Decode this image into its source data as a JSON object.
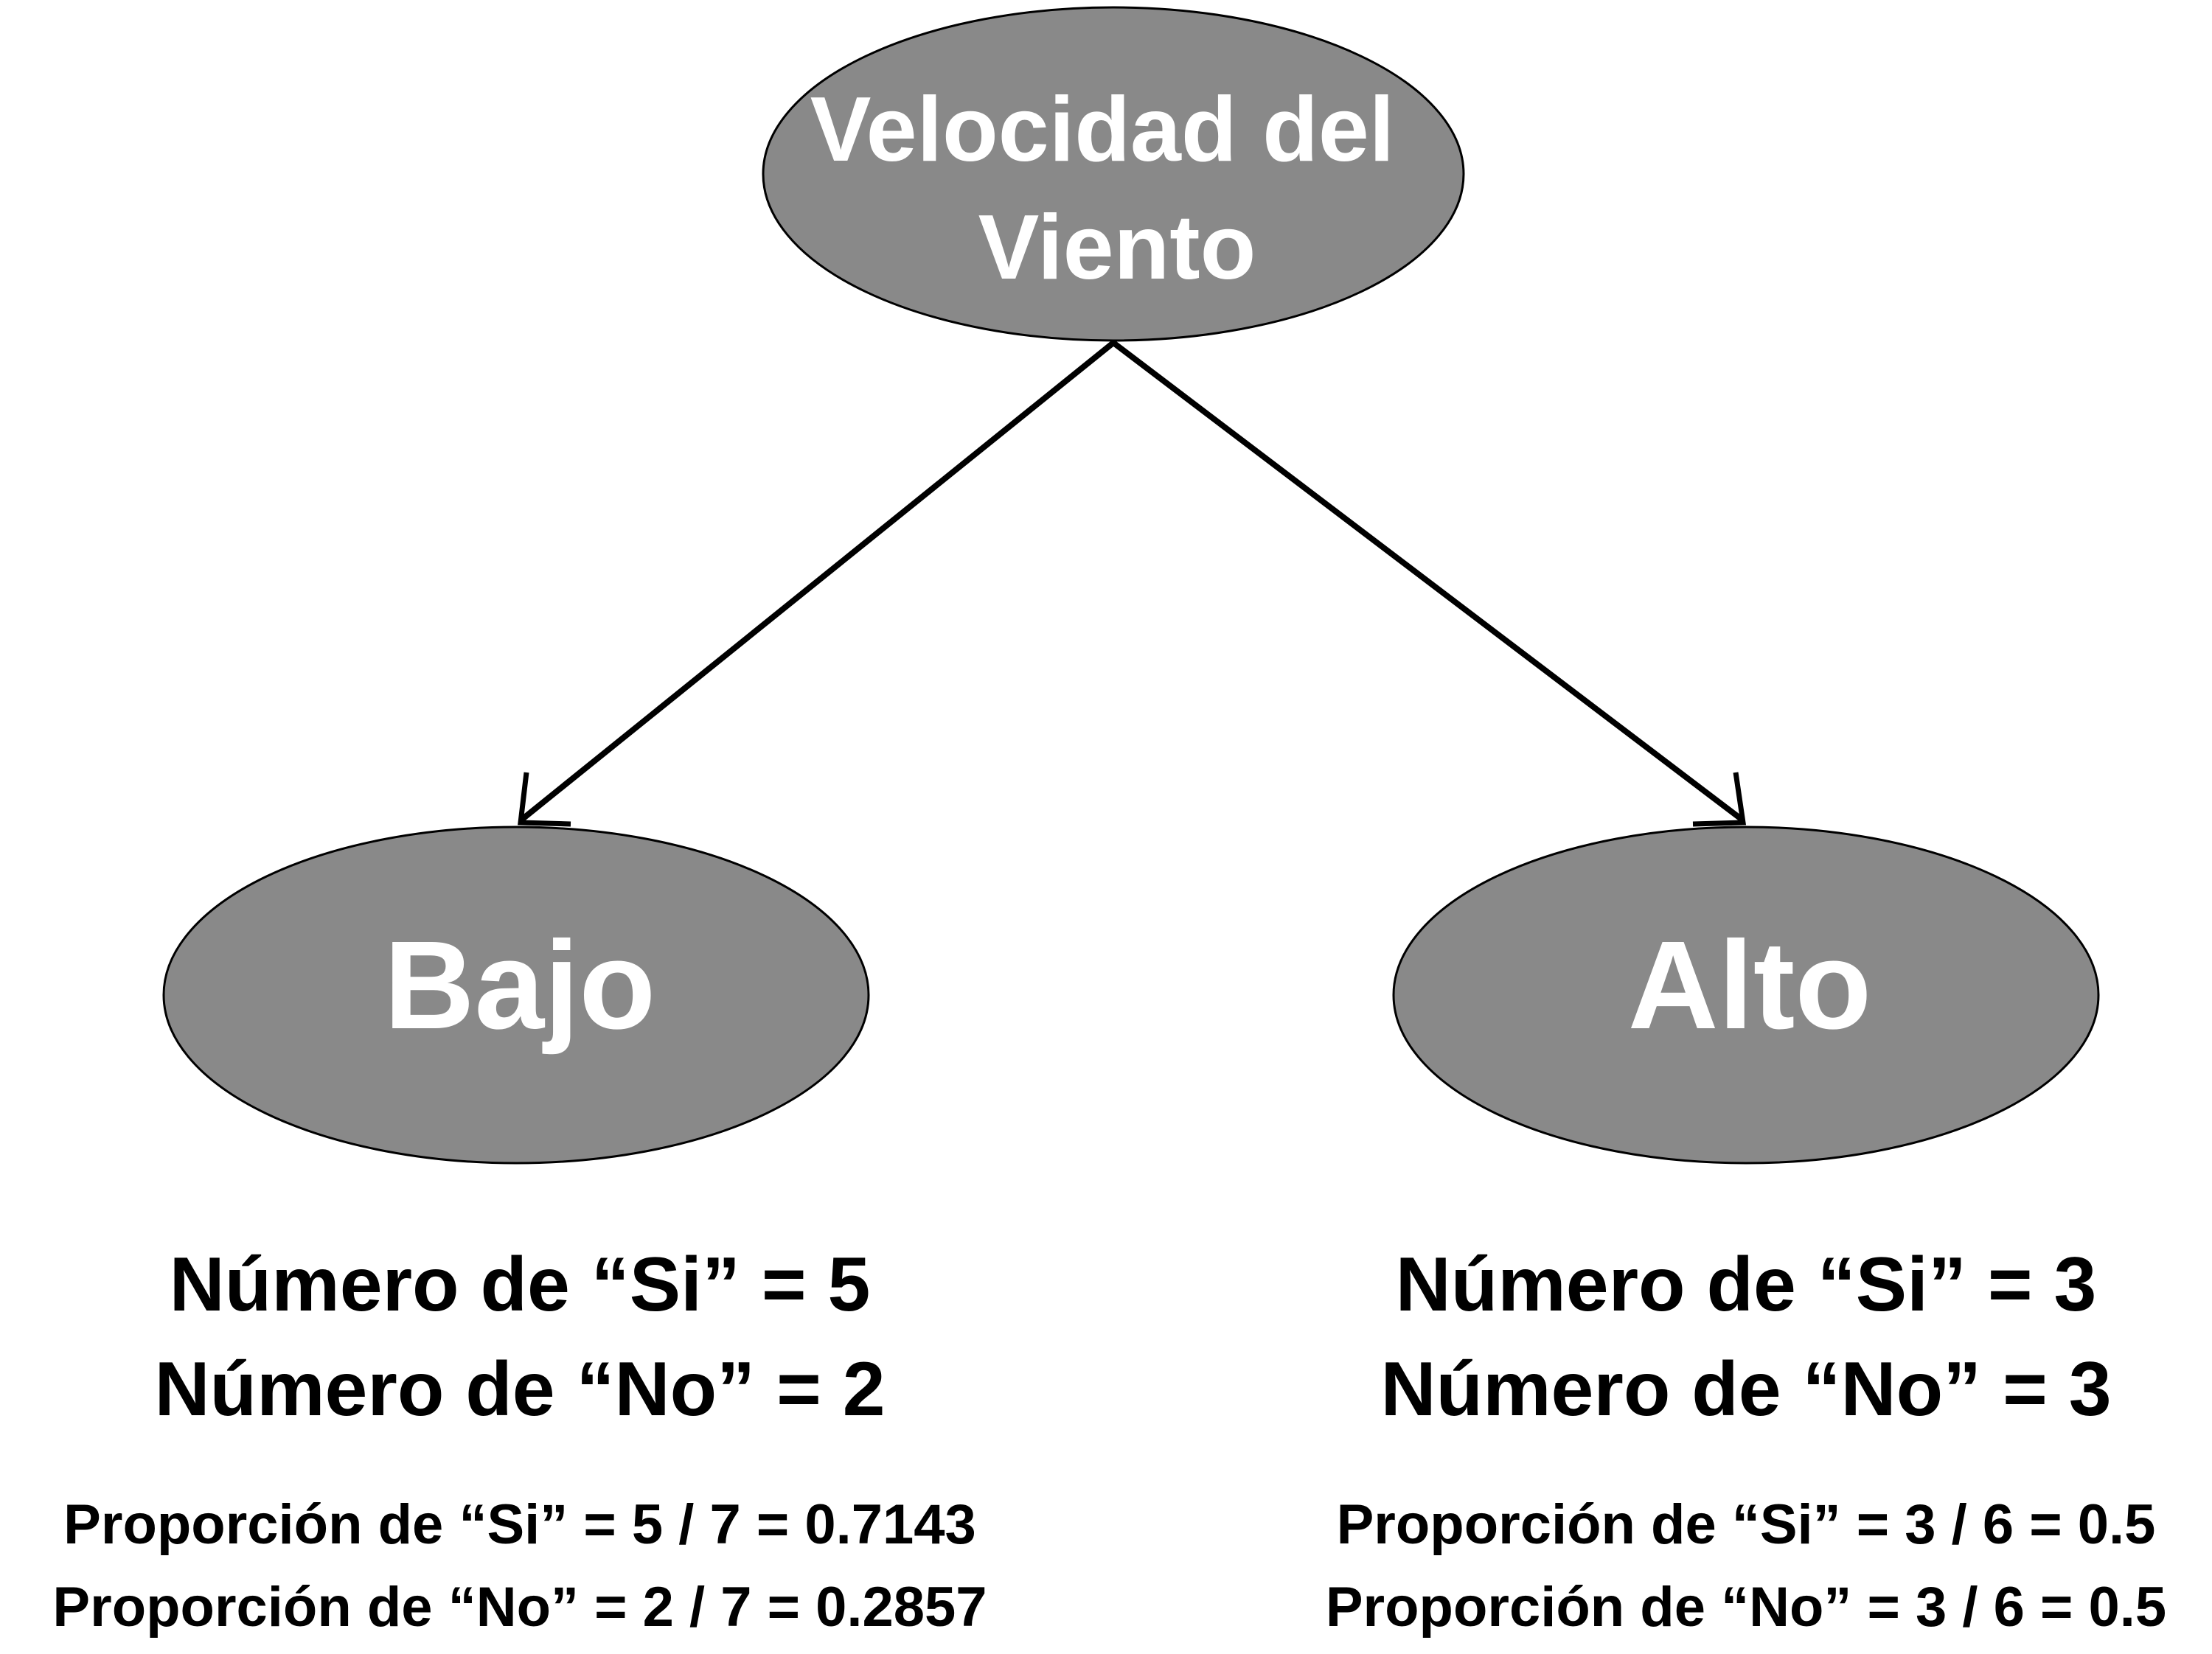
{
  "colors": {
    "node_fill": "#898989",
    "node_text": "#ffffff",
    "edge": "#000000",
    "text": "#000000"
  },
  "root": {
    "label_line1": "Velocidad del",
    "label_line2": "Viento"
  },
  "left": {
    "label": "Bajo",
    "count_si": "Número de “Si” = 5",
    "count_no": "Número de “No” = 2",
    "prop_si": "Proporción de “Si” = 5 / 7 = 0.7143",
    "prop_no": "Proporción de “No” = 2 / 7 = 0.2857"
  },
  "right": {
    "label": "Alto",
    "count_si": "Número de “Si” = 3",
    "count_no": "Número de “No” = 3",
    "prop_si": "Proporción de “Si” = 3 / 6 = 0.5",
    "prop_no": "Proporción de “No” = 3 / 6 = 0.5"
  }
}
